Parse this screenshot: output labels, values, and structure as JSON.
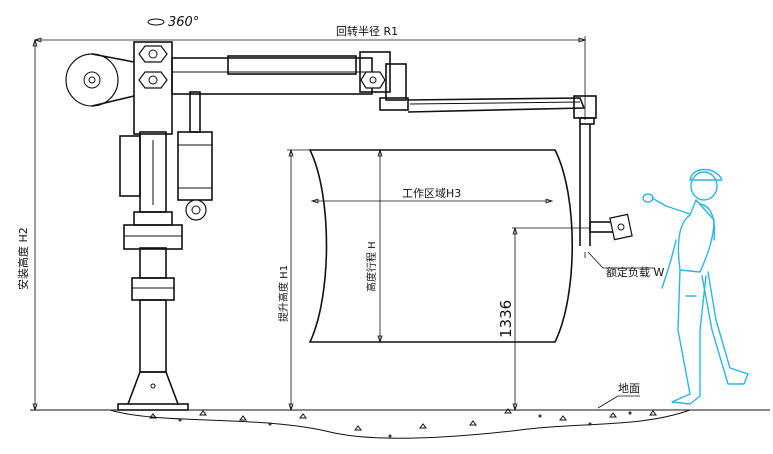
{
  "labels": {
    "rotation": "360°",
    "radius": "回转半径 R1",
    "install_height": "安装高度 H2",
    "work_area": "工作区域H3",
    "lift_height": "提升高度 H1",
    "stroke_height": "高度行程 H",
    "dimension_value": "1336",
    "rated_load": "额定负载 W",
    "ground": "地面"
  },
  "colors": {
    "line": "#111111",
    "person": "#29b6e8",
    "background": "#ffffff"
  }
}
